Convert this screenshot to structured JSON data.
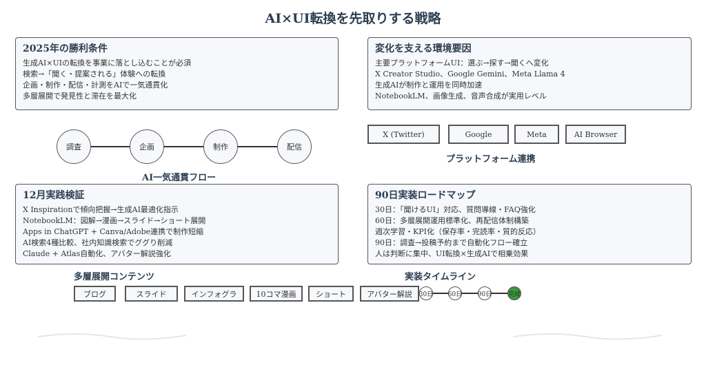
{
  "title": "AI×UI転換を先取りする戦略",
  "boxes": {
    "win": {
      "heading": "2025年の勝利条件",
      "lines": [
        "生成AI×UIの転換を事業に落とし込むことが必須",
        "検索→「聞く・提案される」体験への転換",
        "企画・制作・配信・計測をAIで一気通貫化",
        "多層展開で発見性と滞在を最大化"
      ]
    },
    "env": {
      "heading": "変化を支える環境要因",
      "lines": [
        "主要プラットフォームUI：選ぶ→探す→聞くへ変化",
        "X Creator Studio、Google Gemini、Meta Llama 4",
        "生成AIが制作と運用を同時加速",
        "NotebookLM、画像生成、音声合成が実用レベル"
      ]
    },
    "dec": {
      "heading": "12月実践検証",
      "lines": [
        "X Inspirationで傾向把握→生成AI最適化指示",
        "NotebookLM：図解→漫画→スライド→ショート展開",
        "Apps in ChatGPT + Canva/Adobe連携で制作短縮",
        "AI検索4種比較、社内知識検索でググり削減",
        "Claude + Atlas自動化、アバター解説強化"
      ]
    },
    "roadmap": {
      "heading": "90日実装ロードマップ",
      "lines": [
        "30日：「聞けるUI」対応、質問導線・FAQ強化",
        "60日：多層展開運用標準化、再配信体制構築",
        "週次学習・KPI化（保存率・完読率・質的反応）",
        "90日：調査→投稿予約まで自動化フロー確立",
        "人は判断に集中、UI転換×生成AIで相乗効果"
      ]
    }
  },
  "flow": {
    "label": "AI一気通貫フロー",
    "steps": [
      "調査",
      "企画",
      "制作",
      "配信"
    ]
  },
  "platforms": {
    "label": "プラットフォーム連携",
    "items": [
      "X (Twitter)",
      "Google",
      "Meta",
      "AI Browser"
    ]
  },
  "contents": {
    "label": "多層展開コンテンツ",
    "items": [
      "ブログ",
      "スライド",
      "インフォグラ",
      "10コマ漫画",
      "ショート",
      "アバター解説"
    ]
  },
  "timeline": {
    "label": "実装タイムライン",
    "steps": [
      "30日",
      "60日",
      "90日",
      "完成"
    ],
    "accent": "#3a9a3a"
  }
}
